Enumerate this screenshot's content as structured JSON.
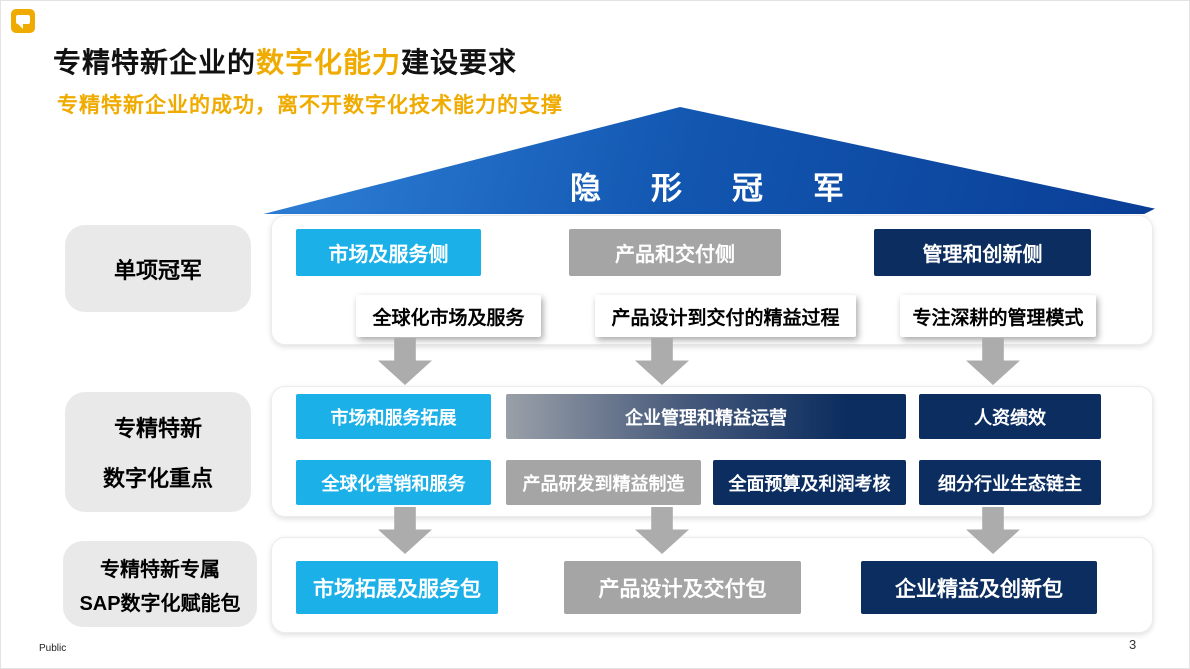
{
  "header": {
    "title_prefix": "专精特新企业的",
    "title_highlight": "数字化能力",
    "title_suffix": "建设要求",
    "subtitle": "专精特新企业的成功，离不开数字化技术能力的支撑"
  },
  "roof": {
    "label": "隐形冠军"
  },
  "tier1": {
    "label": "单项冠军",
    "boxes": [
      {
        "text": "市场及服务侧"
      },
      {
        "text": "产品和交付侧"
      },
      {
        "text": "管理和创新侧"
      }
    ],
    "cards": [
      {
        "text": "全球化市场及服务"
      },
      {
        "text": "产品设计到交付的精益过程"
      },
      {
        "text": "专注深耕的管理模式"
      }
    ]
  },
  "tier2": {
    "label_line1": "专精特新",
    "label_line2": "数字化重点",
    "top_boxes": [
      {
        "text": "市场和服务拓展"
      },
      {
        "text": "企业管理和精益运营"
      },
      {
        "text": "人资绩效"
      }
    ],
    "bottom_boxes": [
      {
        "text": "全球化营销和服务"
      },
      {
        "text": "产品研发到精益制造"
      },
      {
        "text": "全面预算及利润考核"
      },
      {
        "text": "细分行业生态链主"
      }
    ]
  },
  "tier3": {
    "label_line1": "专精特新专属",
    "label_line2": "SAP数字化赋能包",
    "boxes": [
      {
        "text": "市场拓展及服务包"
      },
      {
        "text": "产品设计及交付包"
      },
      {
        "text": "企业精益及创新包"
      }
    ]
  },
  "footer": {
    "left": "Public",
    "page": "3"
  },
  "colors": {
    "gold": "#F0AB00",
    "cyan": "#1BB1E8",
    "gray_box": "#A5A5A5",
    "navy": "#0B2D5F",
    "arrow": "#ACACAC",
    "label_bg": "#E9E9E9",
    "roof_light": "#2B7BD3",
    "roof_dark": "#0A3E96"
  }
}
